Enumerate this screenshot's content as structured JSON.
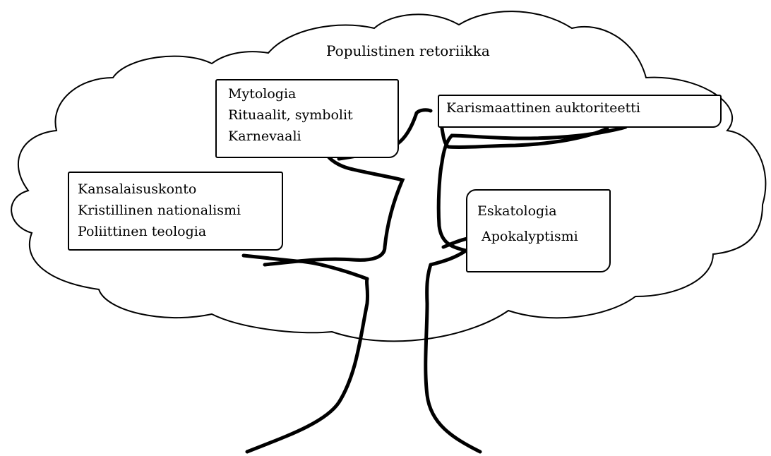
{
  "diagram": {
    "cloud_label": "Populistinen retoriikka",
    "boxes": {
      "mytologia": {
        "lines": [
          "Mytologia",
          "Rituaalit, symbolit",
          "Karnevaali"
        ]
      },
      "kansalaisuskonto": {
        "lines": [
          "Kansalaisuskonto",
          "Kristillinen nationalismi",
          "Poliittinen teologia"
        ]
      },
      "karisma": {
        "lines": [
          "Karismaattinen auktoriteetti"
        ]
      },
      "eskatologia": {
        "lines": [
          "Eskatologia",
          "Apokalyptismi"
        ]
      }
    },
    "colors": {
      "stroke": "#000000",
      "background": "#ffffff"
    }
  }
}
